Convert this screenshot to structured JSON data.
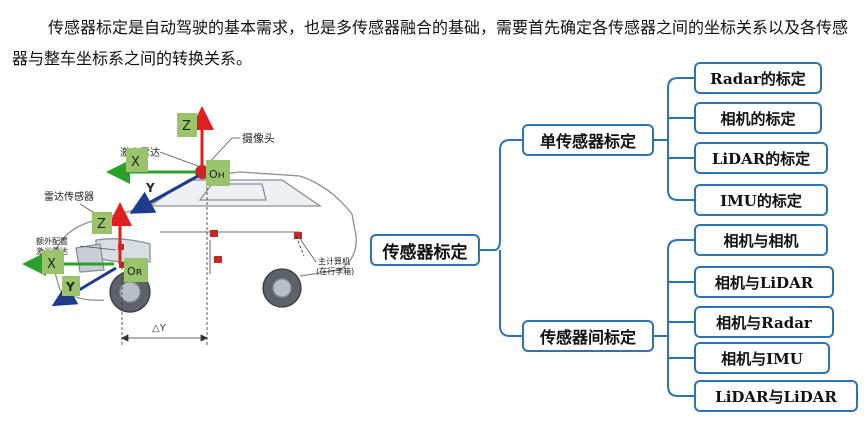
{
  "paragraph": "传感器标定是自动驾驶的基本需求，也是多传感器融合的基础，需要首先确定各传感器之间的坐标关系以及各传感器与整车坐标系之间的转换关系。",
  "car_figure": {
    "labels": {
      "camera": "摄像头",
      "lidar": "激光雷达",
      "radar": "雷达传感器",
      "extra": "额外配置",
      "extra2": "激光雷达",
      "computer": "主计算机",
      "computer_sub": "(在行李箱)",
      "delta_y": "△Y"
    },
    "axes": {
      "z": "Z",
      "x": "X",
      "y": "Y",
      "o_h": "Oʜ",
      "o_r": "Oʀ"
    }
  },
  "tree": {
    "root": "传感器标定",
    "groups": [
      {
        "label": "单传感器标定",
        "items": [
          "Radar的标定",
          "相机的标定",
          "LiDAR的标定",
          "IMU的标定"
        ]
      },
      {
        "label": "传感器间标定",
        "items": [
          "相机与相机",
          "相机与LiDAR",
          "相机与Radar",
          "相机与IMU",
          "LiDAR与LiDAR"
        ]
      }
    ]
  },
  "colors": {
    "box_border": "#2e74b5",
    "connector": "#2e74b5",
    "axis_z": "#e02020",
    "axis_x": "#2ca02c",
    "axis_y": "#1f3b8c",
    "label_box": "#9bc36b"
  }
}
